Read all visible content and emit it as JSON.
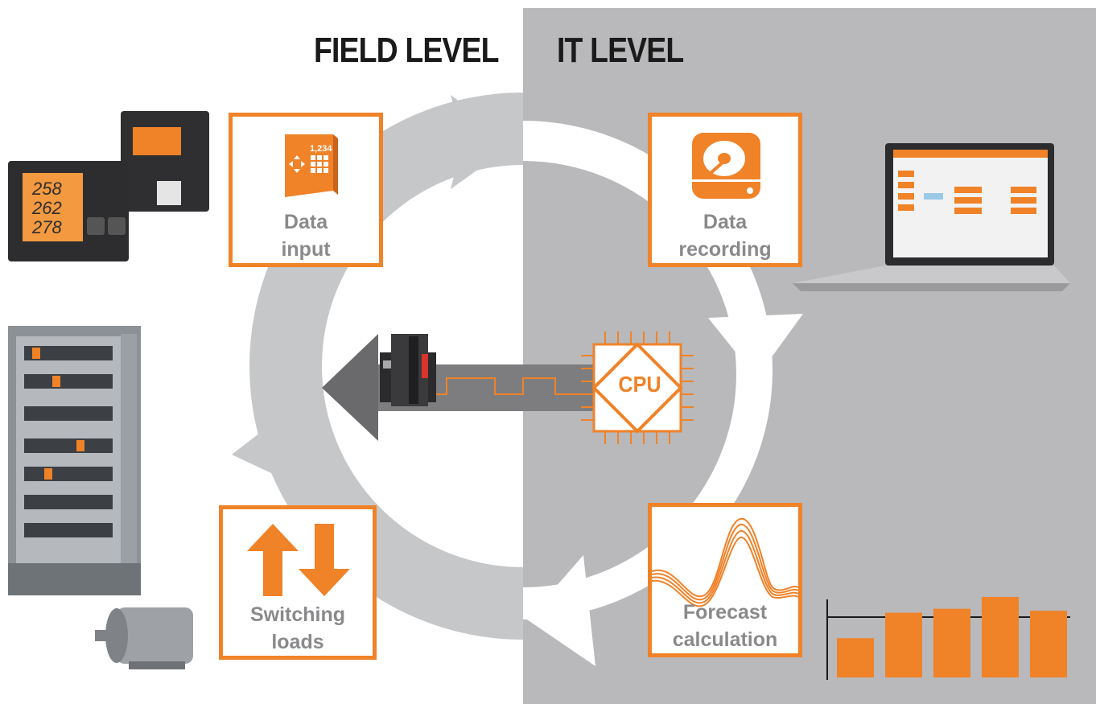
{
  "headings": {
    "field_level": "FIELD LEVEL",
    "it_level": "IT LEVEL"
  },
  "steps": {
    "data_input": {
      "label": "Data\ninput",
      "icon": "keypad-data-icon"
    },
    "data_recording": {
      "label": "Data\nrecording",
      "icon": "hard-drive-icon"
    },
    "forecast_calculation": {
      "label": "Forecast\ncalculation",
      "icon": "forecast-waves-icon"
    },
    "switching_loads": {
      "label": "Switching\nloads",
      "icon": "up-down-arrows-icon"
    }
  },
  "cpu": {
    "label": "CPU",
    "icon": "cpu-chip-icon"
  },
  "data_input_icon_text": "1,234",
  "meter_display": [
    "258",
    "262",
    "278"
  ],
  "colors": {
    "accent": "#f08228",
    "it_panel": "#b9b9bb",
    "cycle_field": "#c6c7c9",
    "cycle_it": "#ffffff",
    "label_gray": "#8a8a8c",
    "title": "#1a1a1a"
  },
  "bar_chart": {
    "values": [
      2,
      3.3,
      3.5,
      4.1,
      3.4
    ]
  }
}
